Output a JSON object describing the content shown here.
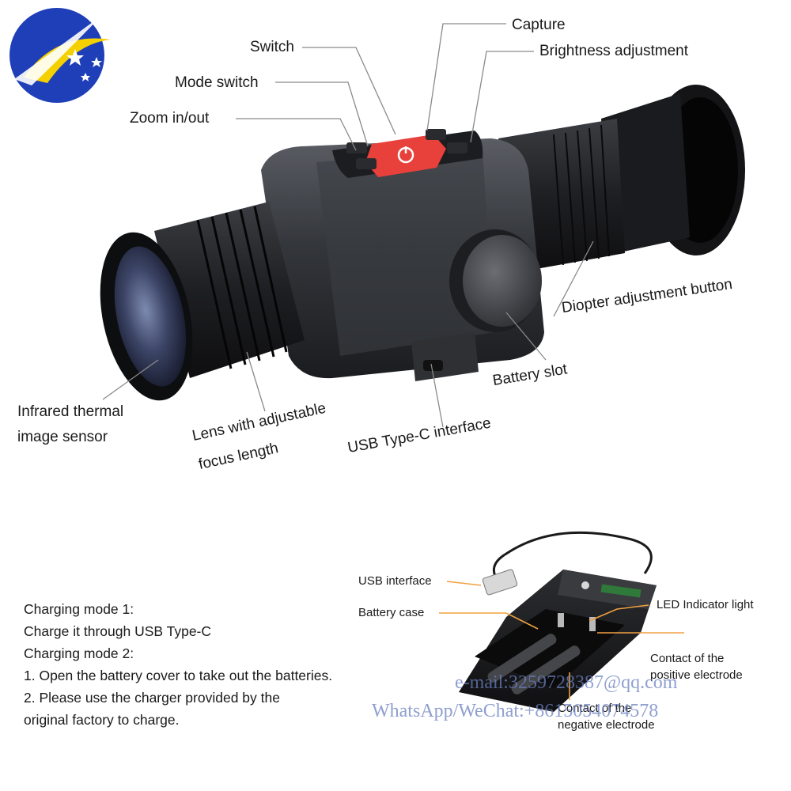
{
  "labels": {
    "capture": "Capture",
    "switch": "Switch",
    "brightness": "Brightness adjustment",
    "mode_switch": "Mode switch",
    "zoom": "Zoom in/out",
    "diopter": "Diopter adjustment button",
    "battery_slot": "Battery slot",
    "sensor_line1": "Infrared thermal",
    "sensor_line2": "image sensor",
    "lens_line1": "Lens with adjustable",
    "lens_line2": "focus length",
    "usb_c": "USB Type-C interface"
  },
  "charger_labels": {
    "usb_interface": "USB interface",
    "battery_case": "Battery case",
    "led": "LED Indicator light",
    "positive_line1": "Contact of the",
    "positive_line2": "positive electrode",
    "negative_line1": "Contact of the",
    "negative_line2": "negative electrode"
  },
  "instructions": [
    "Charging mode 1:",
    "Charge it through USB Type-C",
    "Charging mode 2:",
    "1. Open the battery cover to take out the batteries.",
    "2. Please use the charger provided by the",
    "original factory to charge."
  ],
  "watermark": {
    "email": "e-mail:3259728387@qq.com",
    "contact": "WhatsApp/WeChat:+8615054074578"
  },
  "colors": {
    "logo_blue": "#1f3fb8",
    "logo_yellow": "#f5d000",
    "device_dark": "#2a2c30",
    "button_red": "#e8403a",
    "accent_orange": "#f0a040"
  }
}
